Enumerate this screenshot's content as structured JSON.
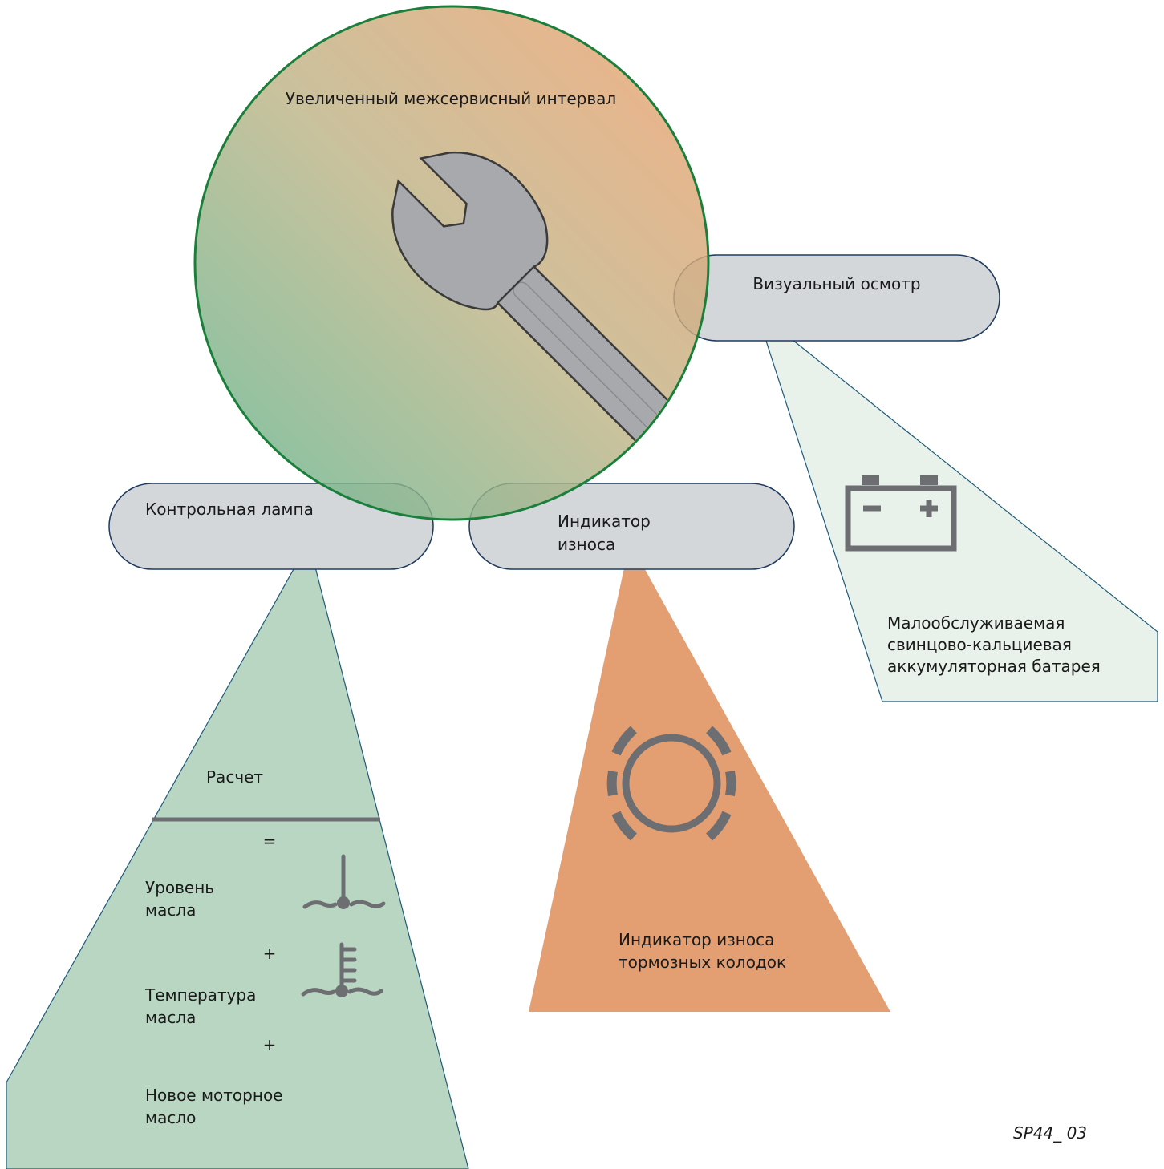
{
  "colors": {
    "green_fill": "#b9d6c2",
    "light_green_fill": "#e8f1ea",
    "orange_fill": "#e39e72",
    "pill_fill": "#d3d7da",
    "pill_stroke": "#1e3a5f",
    "circle_stroke": "#1a7f3a",
    "icon_gray": "#6d6e71",
    "wrench_gray": "#a8a9ad"
  },
  "circle": {
    "title": "Увеличенный межсервисный интервал",
    "icon": "wrench-icon"
  },
  "pills": {
    "visual": "Визуальный осмотр",
    "lamp": "Контрольная лампа",
    "wear": [
      "Индикатор",
      "износа"
    ]
  },
  "battery": {
    "icon": "battery-icon",
    "lines": [
      "Малообслуживаемая",
      "свинцово-кальциевая",
      "аккумуляторная батарея"
    ]
  },
  "calc": {
    "title": "Расчет",
    "equals": "=",
    "plus": "+",
    "oil_level": [
      "Уровень",
      "масла"
    ],
    "oil_temp": [
      "Температура",
      "масла"
    ],
    "new_oil": [
      "Новое моторное",
      "масло"
    ],
    "oil_level_icon": "oil-level-icon",
    "oil_temp_icon": "oil-temperature-icon"
  },
  "brake": {
    "icon": "brake-pad-wear-icon",
    "lines": [
      "Индикатор износа",
      "тормозных колодок"
    ]
  },
  "figure_id": "SP44_ 03"
}
